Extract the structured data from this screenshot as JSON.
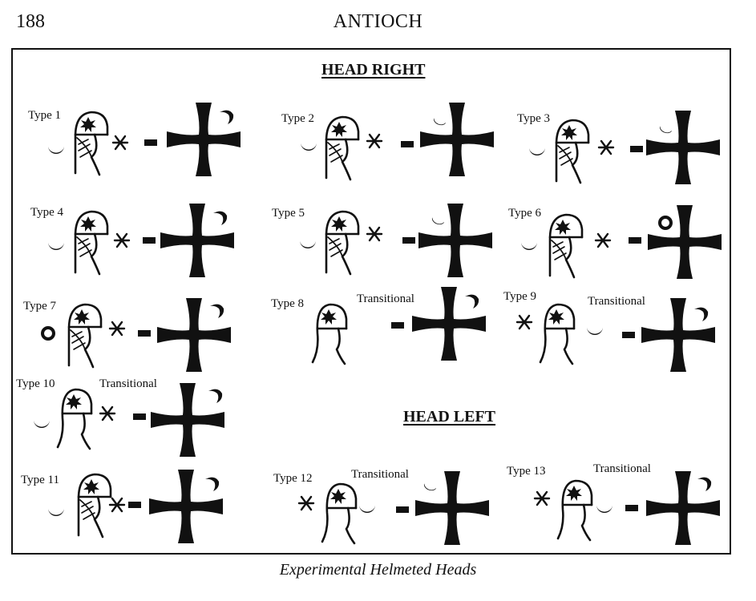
{
  "page": {
    "number": "188",
    "running_head": "ANTIOCH",
    "caption": "Experimental Helmeted Heads"
  },
  "plate": {
    "heading_right": "HEAD RIGHT",
    "heading_left": "HEAD LEFT",
    "types": [
      {
        "label": "Type 1",
        "transitional": ""
      },
      {
        "label": "Type 2",
        "transitional": ""
      },
      {
        "label": "Type 3",
        "transitional": ""
      },
      {
        "label": "Type 4",
        "transitional": ""
      },
      {
        "label": "Type 5",
        "transitional": ""
      },
      {
        "label": "Type 6",
        "transitional": ""
      },
      {
        "label": "Type 7",
        "transitional": ""
      },
      {
        "label": "Type 8",
        "transitional": "Transitional"
      },
      {
        "label": "Type 9",
        "transitional": "Transitional"
      },
      {
        "label": "Type 10",
        "transitional": "Transitional"
      },
      {
        "label": "Type 11",
        "transitional": ""
      },
      {
        "label": "Type 12",
        "transitional": "Transitional"
      },
      {
        "label": "Type 13",
        "transitional": "Transitional"
      }
    ]
  }
}
